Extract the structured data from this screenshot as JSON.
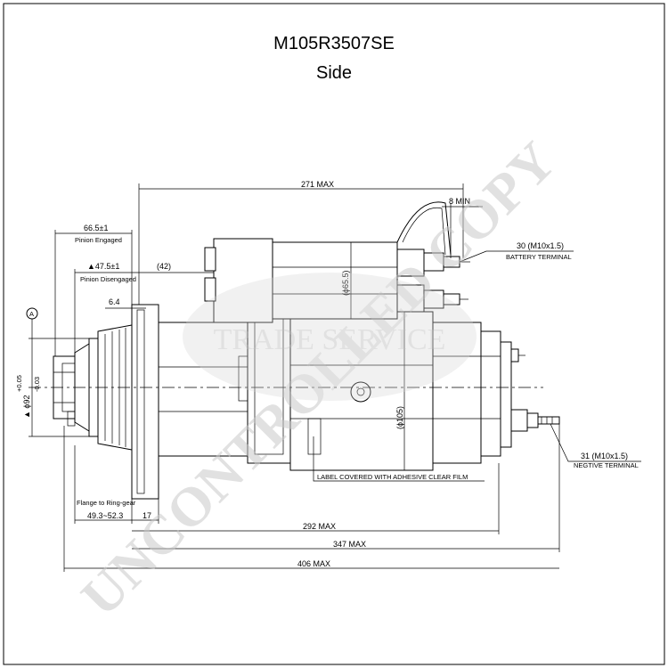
{
  "title": "M105R3507SE",
  "subtitle": "Side",
  "watermark": {
    "main": "UNCONTROLLED COPY",
    "logo": "TRADE SERVICE"
  },
  "dimensions": {
    "max271": "271 MAX",
    "min8": "8 MIN",
    "d665": "66.5±1",
    "pinion_engaged": "Pinion Engaged",
    "d475": "▲47.5±1",
    "pinion_disengaged": "Pinion Disengaged",
    "d42": "(42)",
    "d64": "6.4",
    "d655": "(ϕ65.5)",
    "d105": "(ϕ105)",
    "d92": "▲ ϕ92",
    "tol_up": "+0.05",
    "tol_dn": "-0.03",
    "datum": "A",
    "flange": "Flange to Ring-gear",
    "range": "49.3~52.3",
    "d17": "17",
    "max292": "292 MAX",
    "max347": "347 MAX",
    "max406": "406 MAX"
  },
  "callouts": {
    "battery_size": "30 (M10x1.5)",
    "battery_label": "BATTERY TERMINAL",
    "negative_size": "31 (M10x1.5)",
    "negative_label": "NEGTIVE TERMINAL",
    "label_note": "LABEL COVERED WITH ADHESIVE CLEAR FILM"
  }
}
